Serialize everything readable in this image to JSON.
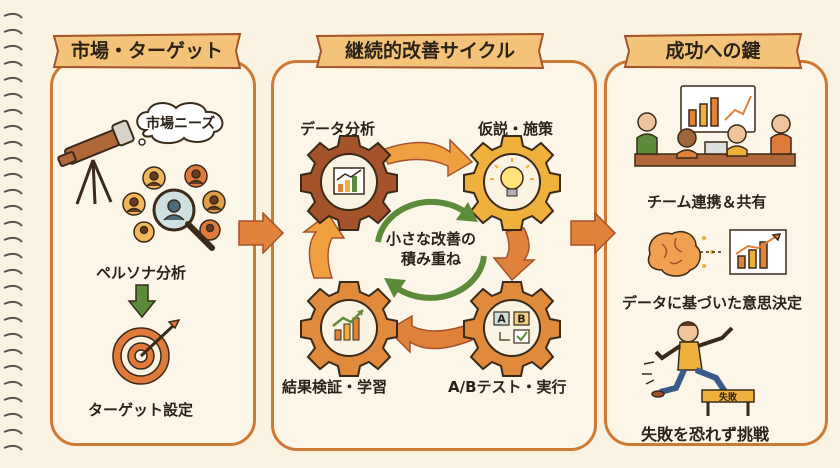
{
  "sections": {
    "left": {
      "title": "市場・ターゲット",
      "bubble": "市場ニーズ",
      "persona_label": "ペルソナ分析",
      "target_label": "ターゲット設定"
    },
    "middle": {
      "title": "継続的改善サイクル",
      "center_text": [
        "小さな改善の",
        "積み重ね"
      ],
      "steps": [
        "データ分析",
        "仮説・施策",
        "A/Bテスト・実行",
        "結果検証・学習"
      ],
      "ab_letters": [
        "A",
        "B"
      ]
    },
    "right": {
      "title": "成功への鍵",
      "items": [
        "チーム連携＆共有",
        "データに基づいた意思決定",
        "失敗を恐れず挑戦"
      ],
      "hurdle_text": "失敗"
    }
  },
  "colors": {
    "frame": "#cf7a34",
    "banner": "#f4c37a",
    "gear_brown": "#a4532a",
    "gear_orange": "#e08a3c",
    "gear_gold": "#f0b13c",
    "arrow_orange": "#e0823a",
    "green": "#5c8c3a"
  }
}
